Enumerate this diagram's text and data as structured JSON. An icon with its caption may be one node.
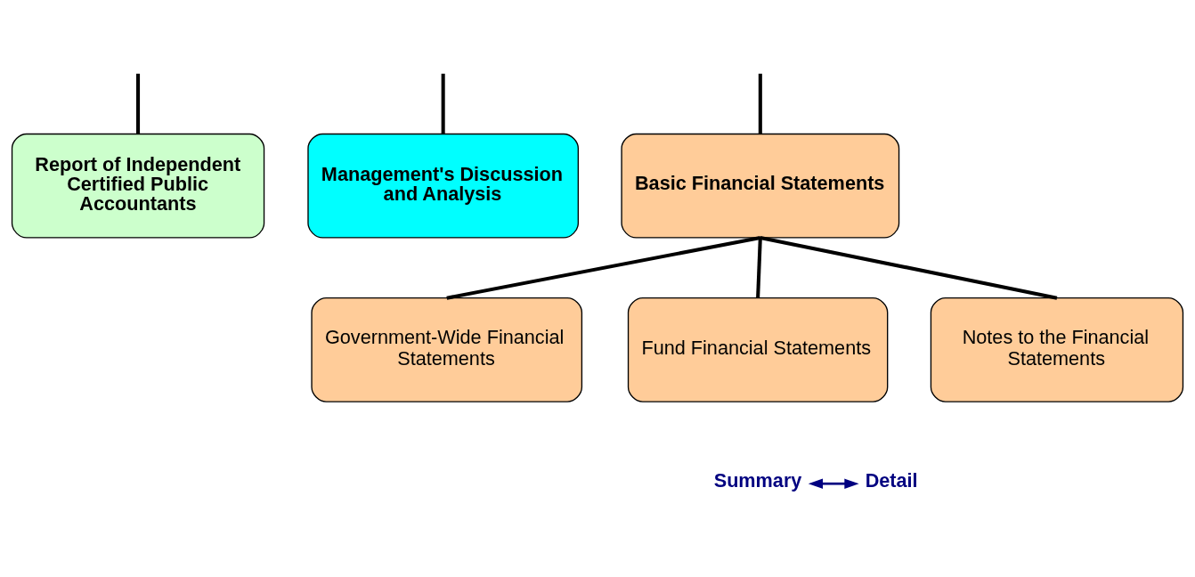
{
  "diagram": {
    "nodes": [
      {
        "text": [
          "Report of Independent Certified Public Accountants"
        ]
      },
      {
        "text": [
          "Management's Discussion and Analysis"
        ]
      },
      {
        "text": [
          "Basic Financial Statements"
        ]
      },
      {
        "text": [
          "Government-Wide Financial Statements"
        ]
      },
      {
        "text": [
          "Fund Financial Statements"
        ]
      },
      {
        "text": [
          "Notes to the Financial Statements"
        ]
      },
      {
        "text": [
          "Summary"
        ]
      },
      {
        "text": [
          "Detail"
        ]
      }
    ],
    "edges": [
      {
        "from": null,
        "to": 0,
        "arrow": "none"
      },
      {
        "from": null,
        "to": 1,
        "arrow": "none"
      },
      {
        "from": null,
        "to": 2,
        "arrow": "none"
      },
      {
        "from": 2,
        "to": 3,
        "arrow": "none"
      },
      {
        "from": 2,
        "to": 4,
        "arrow": "none"
      },
      {
        "from": 2,
        "to": 5,
        "arrow": "none"
      },
      {
        "from": 6,
        "to": 7,
        "arrow": "both",
        "color": "#000080"
      }
    ]
  }
}
